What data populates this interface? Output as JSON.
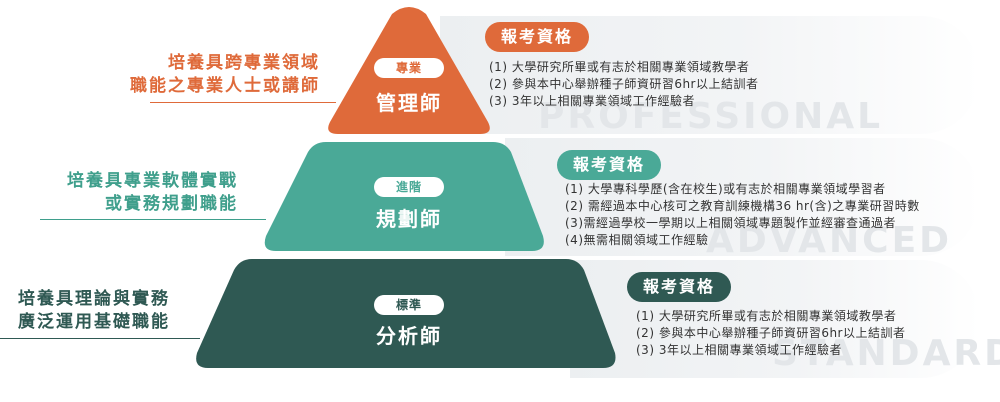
{
  "tiers": [
    {
      "badge": "專業",
      "title": "管理師",
      "color": "#df6a3a",
      "side_text": [
        "培養具跨專業領域",
        "職能之專業人士或講師"
      ],
      "side_color": "#df6a3a",
      "heading": "報考資格",
      "requirements": [
        "(1) 大學研究所畢或有志於相關專業領域教學者",
        "(2) 參與本中心舉辦種子師資研習6hr以上結訓者",
        "(3) 3年以上相關專業領域工作經驗者"
      ],
      "watermark": "PROFESSIONAL"
    },
    {
      "badge": "進階",
      "title": "規劃師",
      "color": "#4aa997",
      "side_text": [
        "培養具專業軟體實戰",
        "或實務規劃職能"
      ],
      "side_color": "#3f9f8c",
      "heading": "報考資格",
      "requirements": [
        "(1) 大學專科學歷(含在校生)或有志於相關專業領域學習者",
        "(2) 需經過本中心核可之教育訓練機構36 hr(含)之專業研習時數",
        "(3)需經過學校一學期以上相關領域專題製作並經審查通過者",
        "(4)無需相關領域工作經驗"
      ],
      "watermark": "ADVANCED"
    },
    {
      "badge": "標準",
      "title": "分析師",
      "color": "#2f5953",
      "side_text": [
        "培養具理論與實務",
        "廣泛運用基礎職能"
      ],
      "side_color": "#2f5953",
      "heading": "報考資格",
      "requirements": [
        "(1) 大學研究所畢或有志於相關專業領域教學者",
        "(2) 參與本中心舉辦種子師資研習6hr以上結訓者",
        "(3) 3年以上相關專業領域工作經驗者"
      ],
      "watermark": "STANDARD"
    }
  ]
}
